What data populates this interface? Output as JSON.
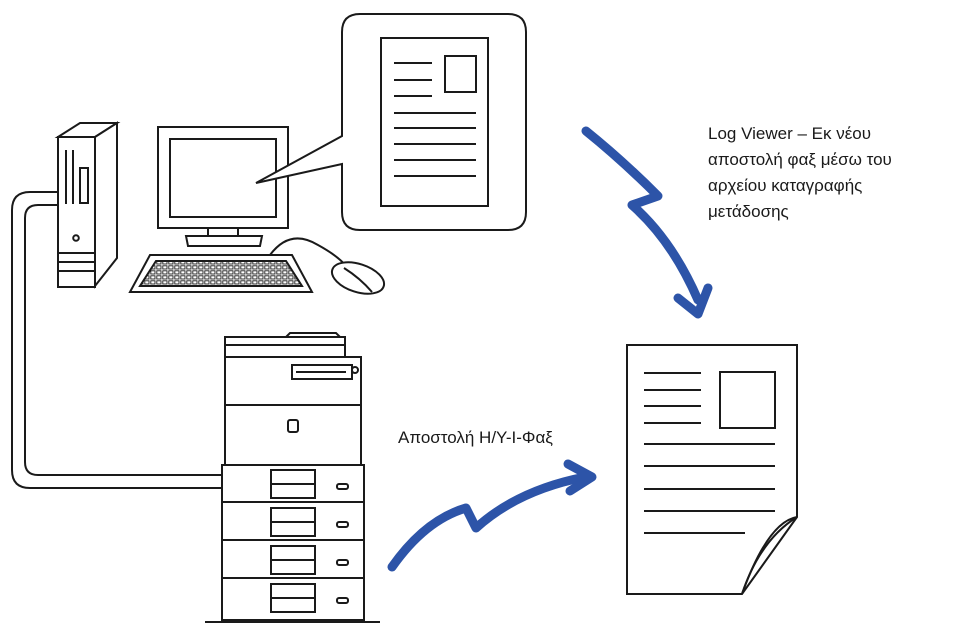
{
  "labels": {
    "log_viewer_lines": [
      "Log Viewer – Εκ νέου",
      "αποστολή φαξ μέσω του",
      "αρχείου καταγραφής",
      "μετάδοσης"
    ],
    "pc_fax_send": "Αποστολή Η/Υ-Ι-Φαξ"
  },
  "colors": {
    "arrow": "#2d54a8",
    "line": "#1a1a1a",
    "background": "#ffffff"
  },
  "icons": [
    "computer-tower-icon",
    "monitor-icon",
    "keyboard-icon",
    "mouse-icon",
    "speech-bubble-icon",
    "document-icon",
    "multifunction-printer-icon",
    "arrow-icon"
  ]
}
